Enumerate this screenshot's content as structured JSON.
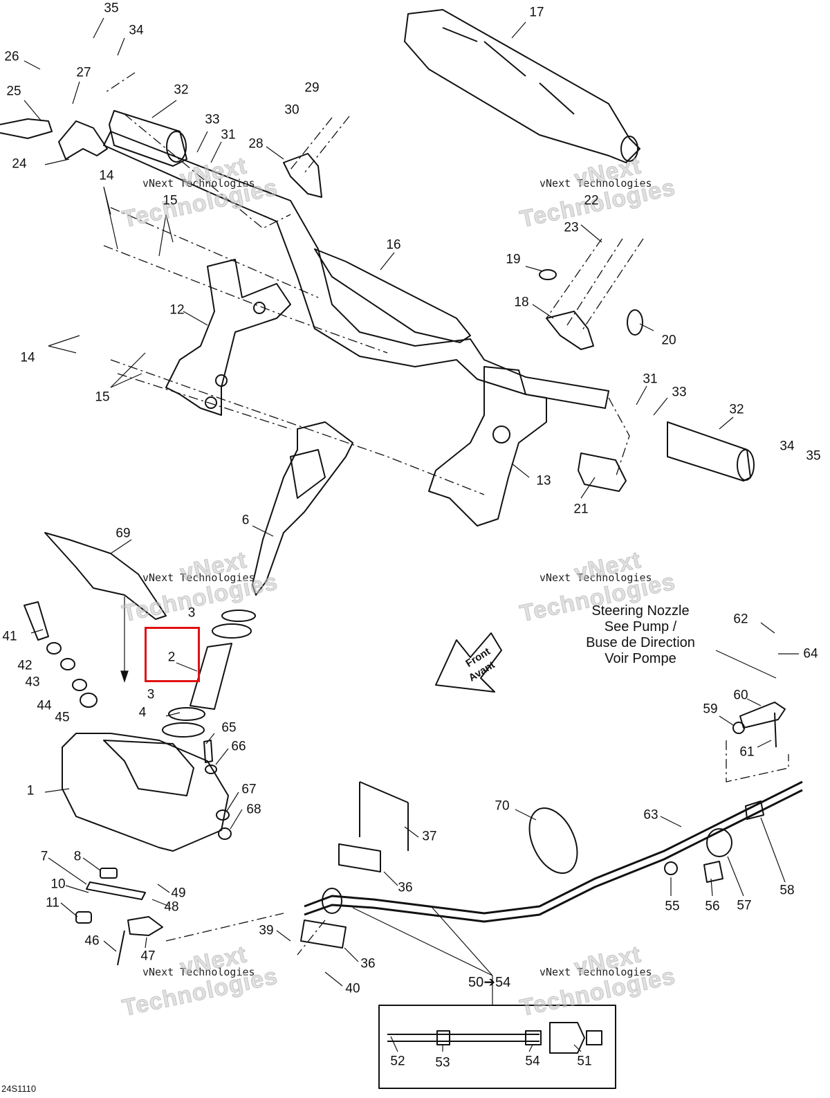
{
  "figure_code": "24S1110",
  "highlight_label": "2",
  "steering_nozzle_note": [
    "Steering Nozzle",
    "See Pump /",
    "Buse de Direction",
    "Voir Pompe"
  ],
  "front_label": [
    "Front",
    "Avant"
  ],
  "range_reference": "50➔54",
  "watermark": {
    "small": "vNext Technologies",
    "line1": "vNext",
    "line2": "Technologies"
  },
  "callouts": [
    "35",
    "34",
    "26",
    "27",
    "25",
    "32",
    "33",
    "31",
    "24",
    "29",
    "30",
    "28",
    "17",
    "14",
    "15",
    "16",
    "22",
    "23",
    "19",
    "18",
    "20",
    "12",
    "31",
    "33",
    "32",
    "34",
    "35",
    "14",
    "15",
    "13",
    "21",
    "6",
    "69",
    "3",
    "41",
    "42",
    "43",
    "44",
    "45",
    "3",
    "4",
    "65",
    "66",
    "1",
    "67",
    "68",
    "7",
    "8",
    "10",
    "11",
    "49",
    "48",
    "46",
    "47",
    "39",
    "40",
    "36",
    "36",
    "37",
    "70",
    "63",
    "55",
    "56",
    "57",
    "58",
    "62",
    "64",
    "60",
    "59",
    "61",
    "52",
    "53",
    "54",
    "51"
  ]
}
